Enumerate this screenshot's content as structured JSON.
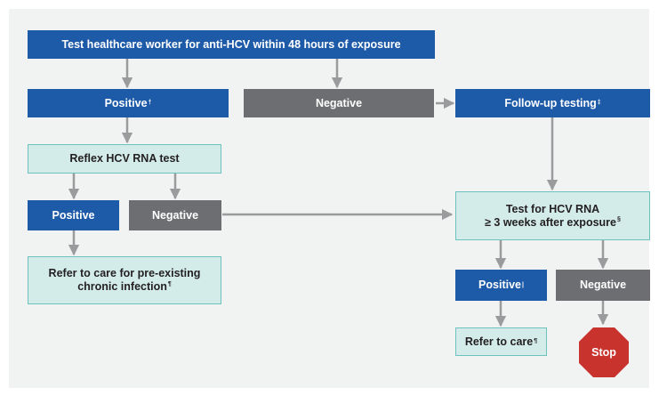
{
  "flowchart": {
    "test_hcw": "Test healthcare worker for anti-HCV within 48 hours of exposure",
    "positive_1": {
      "text": "Positive",
      "mark": "†"
    },
    "negative_1": "Negative",
    "followup": {
      "text": "Follow-up testing",
      "mark": "‡"
    },
    "reflex_rna": "Reflex HCV RNA test",
    "positive_2": "Positive",
    "negative_2": "Negative",
    "refer_preexisting": {
      "line1": "Refer to care for pre-existing",
      "line2": "chronic infection",
      "mark": "¶"
    },
    "test_rna": {
      "line1": "Test for HCV RNA",
      "line2": "≥ 3 weeks after exposure",
      "mark": "§"
    },
    "positive_3": {
      "text": "Positive",
      "mark": "|"
    },
    "negative_3": "Negative",
    "refer_care": {
      "text": "Refer to care",
      "mark": "¶"
    },
    "stop": "Stop"
  },
  "colors": {
    "blue": "#1d5aa8",
    "gray": "#6d6e71",
    "teal_fill": "#d3ecea",
    "teal_border": "#6cc3bd",
    "stop_red": "#c8332d",
    "arrow": "#9a9b9d"
  }
}
